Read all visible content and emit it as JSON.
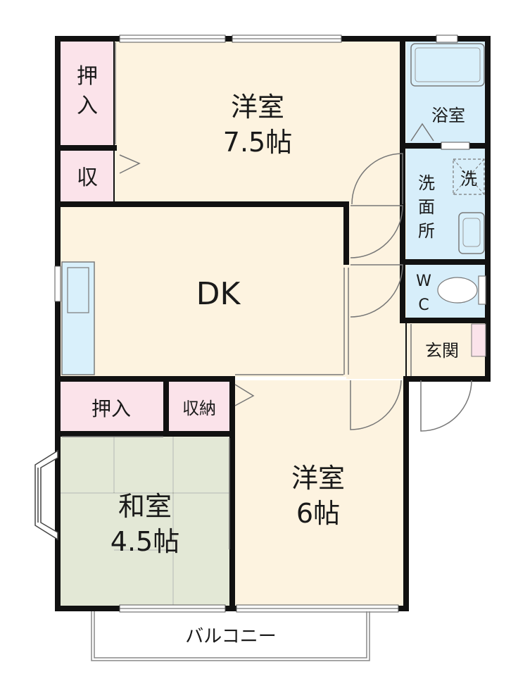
{
  "rooms": {
    "western_1": {
      "name": "洋室",
      "size": "7.5帖"
    },
    "western_2": {
      "name": "洋室",
      "size": "6帖"
    },
    "japanese": {
      "name": "和室",
      "size": "4.5帖"
    },
    "dk": "DK",
    "closet_top_line1": "押",
    "closet_top_line2": "入",
    "storage_small": "収",
    "closet_bottom": "押入",
    "storage_bottom": "収納",
    "bath": "浴室",
    "washroom_line1": "洗",
    "washroom_line2": "面",
    "washroom_line3": "所",
    "washer": "洗",
    "wc_line1": "W",
    "wc_line2": "C",
    "entrance": "玄関",
    "balcony": "バルコニー"
  },
  "colors": {
    "wall": "#111111",
    "floor_western": "#fdf3e0",
    "floor_closet": "#fbe3ea",
    "floor_wet": "#d7eefa",
    "floor_tatami": "#e3e8d6",
    "fixture_fill": "#d9f0fb",
    "fixture_line": "#7a7a7a"
  }
}
